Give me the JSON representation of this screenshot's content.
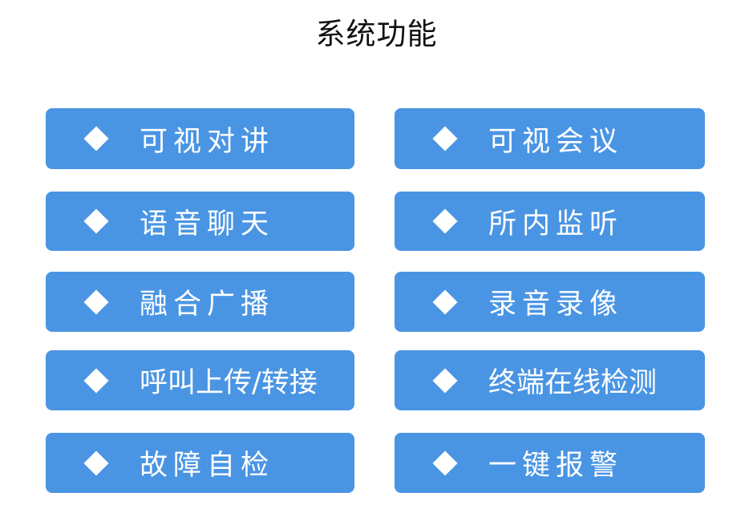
{
  "title": "系统功能",
  "colors": {
    "card_bg": "#4a95e3",
    "card_text": "#ffffff",
    "title_text": "#111111"
  },
  "bullet_icon": "diamond-icon",
  "features": {
    "left": [
      {
        "label": "可视对讲"
      },
      {
        "label": "语音聊天"
      },
      {
        "label": "融合广播"
      },
      {
        "label": "呼叫上传/转接"
      },
      {
        "label": "故障自检"
      }
    ],
    "right": [
      {
        "label": "可视会议"
      },
      {
        "label": "所内监听"
      },
      {
        "label": "录音录像"
      },
      {
        "label": "终端在线检测"
      },
      {
        "label": "一键报警"
      }
    ]
  }
}
